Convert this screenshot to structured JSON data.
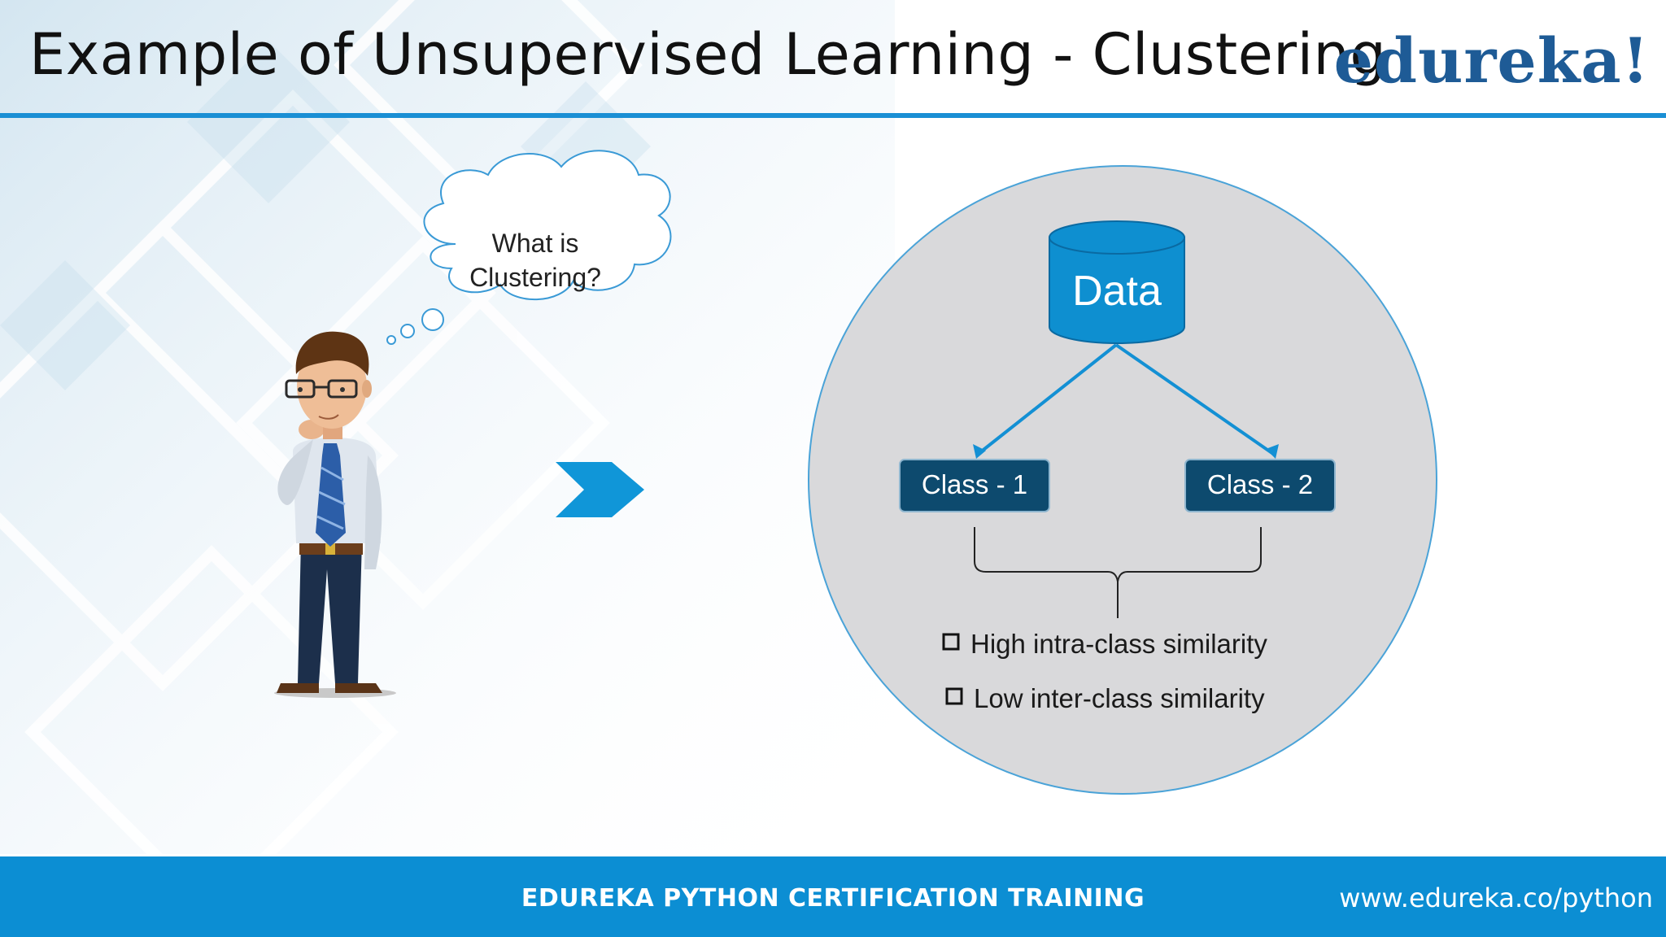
{
  "slide": {
    "title": "Example of Unsupervised Learning - Clustering",
    "logo_text": "edureka!"
  },
  "thought_bubble": {
    "line1": "What is",
    "line2": "Clustering?"
  },
  "diagram": {
    "root_label": "Data",
    "classes": [
      "Class - 1",
      "Class - 2"
    ],
    "properties": [
      "High intra-class similarity",
      "Low inter-class similarity"
    ]
  },
  "footer": {
    "title": "EDUREKA PYTHON CERTIFICATION TRAINING",
    "url": "www.edureka.co/python"
  },
  "colors": {
    "accent": "#1a8fd4",
    "footer_bg": "#0c8ed3",
    "node_fill": "#0e8fd0",
    "class_box": "#0d4a6e",
    "circle_fill": "#d9d9db",
    "logo": "#1e5b96"
  },
  "icons": [
    "thinking-man-illustration",
    "chevron-right-arrow-icon",
    "database-cylinder-icon",
    "checkbox-icon"
  ]
}
